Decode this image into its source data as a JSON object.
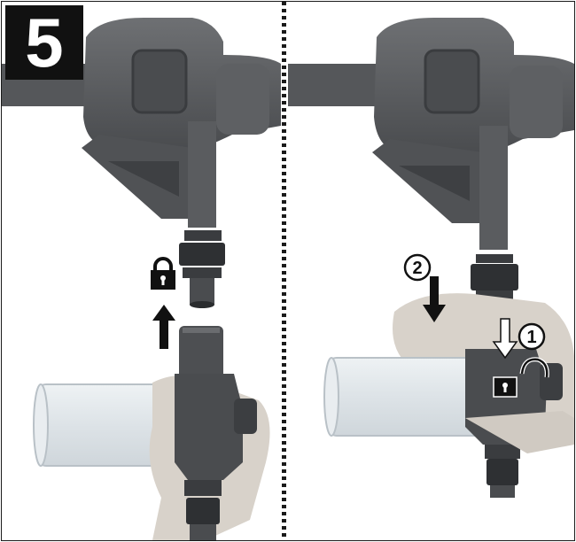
{
  "step": {
    "number": "5"
  },
  "annotations": {
    "first_action": "1",
    "second_action": "2"
  },
  "icons": {
    "lock": "lock-icon",
    "unlock": "unlock-icon",
    "arrow_up": "arrow-up-icon",
    "arrow_down": "arrow-down-icon"
  },
  "colors": {
    "tool_body": "#5b5d60",
    "tool_dark": "#3a3c3f",
    "bottle": "#dfe4e8",
    "skin": "#d6d0c8",
    "ink": "#111111"
  }
}
